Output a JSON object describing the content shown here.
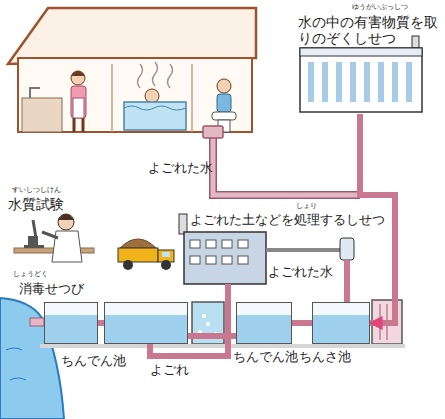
{
  "diagram": {
    "nodes": [
      {
        "text": [
          "水の中の有害物質を取りのぞくしせつ"
        ]
      },
      {
        "text": [
          "よごれた土などを処理するしせつ"
        ]
      },
      {
        "text": [
          "消毒せつび"
        ]
      },
      {
        "text": [
          "ちんでん池"
        ]
      },
      {
        "text": [
          "ちんでん池"
        ]
      },
      {
        "text": [
          "ちんさ池"
        ]
      }
    ],
    "edges": [
      {
        "from": 0,
        "to": 5,
        "arrow": "to"
      },
      {
        "from": 5,
        "to": 4,
        "arrow": "none"
      },
      {
        "from": 4,
        "to": 3,
        "arrow": "none"
      },
      {
        "from": 3,
        "to": 2,
        "arrow": "none"
      },
      {
        "from": 3,
        "to": 1,
        "label": "よごれ",
        "arrow": "none"
      },
      {
        "from": 1,
        "to": 5,
        "label": "よごれた水",
        "arrow": "none"
      }
    ],
    "labels": [
      "ゆうがいぶっしつ",
      "よごれた水",
      "すいしつしけん",
      "水質試験",
      "しょり",
      "しょうどく"
    ]
  }
}
